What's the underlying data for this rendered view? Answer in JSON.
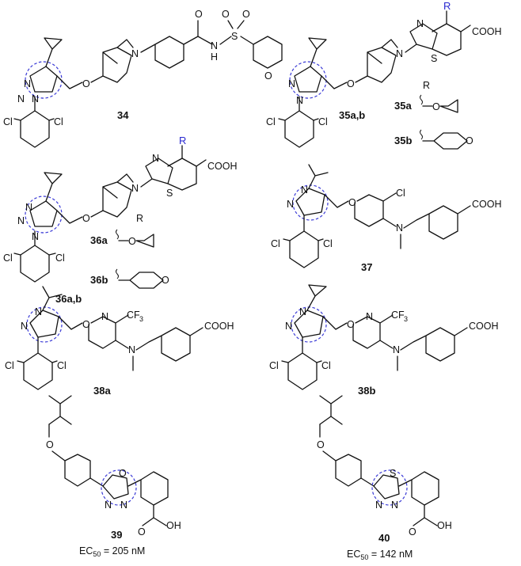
{
  "compounds": {
    "c34": {
      "id": "34"
    },
    "c35": {
      "id": "35a,b",
      "r_header": "R",
      "r_label": "R",
      "a": "35a",
      "b": "35b"
    },
    "c36": {
      "id": "36a,b",
      "r_header": "R",
      "r_label": "R",
      "a": "36a",
      "b": "36b"
    },
    "c37": {
      "id": "37"
    },
    "c38a": {
      "id": "38a"
    },
    "c38b": {
      "id": "38b"
    },
    "c39": {
      "id": "39",
      "ec50": "EC50 = 205 nM"
    },
    "c40": {
      "id": "40",
      "ec50": "EC50 = 142 nM"
    }
  },
  "atoms": {
    "Cl": "Cl",
    "N": "N",
    "O": "O",
    "S": "S",
    "H": "H",
    "NH": "N",
    "OH": "OH",
    "COOH": "COOH",
    "CF3": "CF",
    "three": "3",
    "EC": "EC",
    "fifty": "50",
    "ec39": " = 205 nM",
    "ec40": " = 142 nM"
  },
  "colors": {
    "highlight_ring": "#3b3bd6",
    "r_group": "#2a2ad0",
    "bonds": "#111111"
  }
}
